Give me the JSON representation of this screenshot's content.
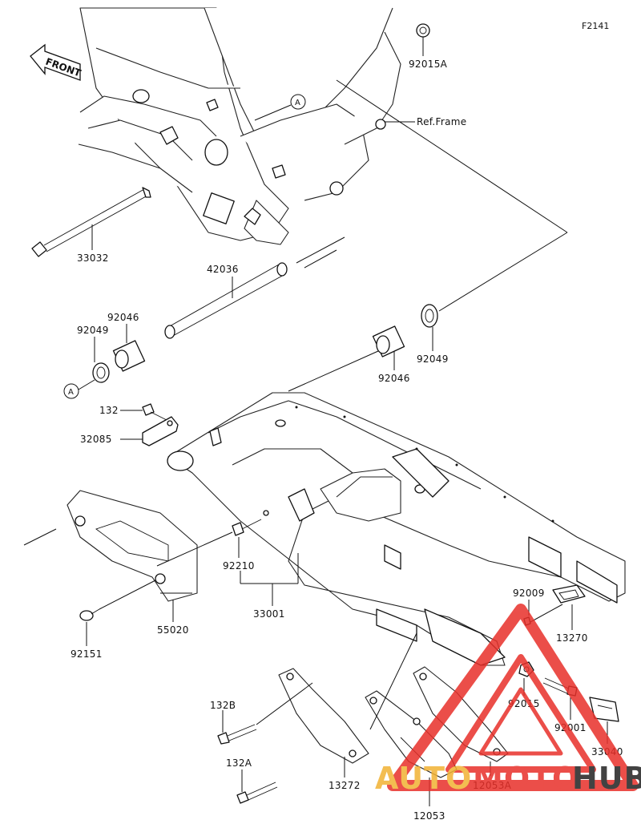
{
  "figure_code": "F2141",
  "front_label": "FRONT",
  "ref_frame_label": "Ref.Frame",
  "ref_marker": "A",
  "parts": {
    "p92015A": "92015A",
    "p33032": "33032",
    "p42036": "42036",
    "p92046_left": "92046",
    "p92049_left": "92049",
    "p92049_right": "92049",
    "p92046_right": "92046",
    "p132": "132",
    "p32085": "32085",
    "p92210": "92210",
    "p33001": "33001",
    "p55020": "55020",
    "p92151": "92151",
    "p92009": "92009",
    "p13270": "13270",
    "p92015": "92015",
    "p92001": "92001",
    "p33040": "33040",
    "p132B": "132B",
    "p132A": "132A",
    "p13272": "13272",
    "p12053": "12053",
    "p12053A": "12053A"
  },
  "watermark": {
    "text_part1": "AUTO",
    "text_part2": "MOTO",
    "text_part3": "HUB",
    "color_primary": "#e8302a",
    "color_secondary": "#f2b233",
    "color_dark": "#222222"
  }
}
